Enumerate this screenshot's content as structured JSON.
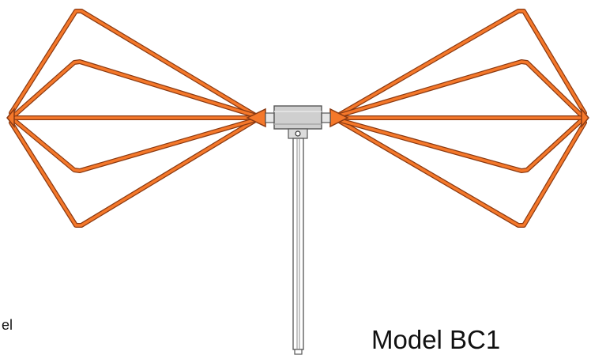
{
  "labels": {
    "left_fragment": "el",
    "model": "Model BC1"
  },
  "colors": {
    "element_fill": "#f5782a",
    "element_outline": "#8b3a12",
    "hub_fill": "#cfcfcf",
    "hub_outline": "#555555",
    "mast_outline": "#555555"
  },
  "icons": {
    "antenna": "biconical-antenna-drawing"
  }
}
